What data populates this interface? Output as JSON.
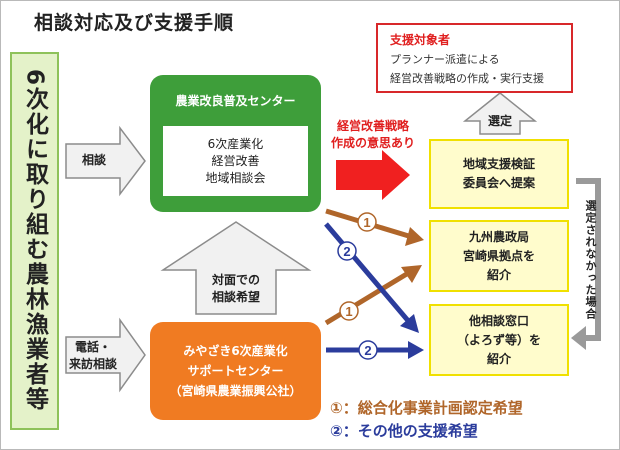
{
  "title": "相談対応及び支援手順",
  "left_box": {
    "text": "6次化に取り組む農林漁業者等"
  },
  "arrows": {
    "consult": "相談",
    "phone_visit_1": "電話・",
    "phone_visit_2": "来訪相談",
    "face_1": "対面での",
    "face_2": "相談希望",
    "selection": "選定",
    "intent_1": "経営改善戦略",
    "intent_2": "作成の意思あり",
    "not_selected": "選定されなかった場合"
  },
  "green_center": {
    "title": "農業改良普及センター",
    "line1": "6次産業化",
    "line2": "経営改善",
    "line3": "地域相談会"
  },
  "orange_center": {
    "line1": "みやざき6次産業化",
    "line2": "サポートセンター",
    "line3": "（宮崎県農業振興公社）"
  },
  "support_target": {
    "title": "支援対象者",
    "line1": "プランナー派遣による",
    "line2": "経営改善戦略の作成・実行支援"
  },
  "committee": {
    "line1": "地域支援検証",
    "line2": "委員会へ提案"
  },
  "kyushu": {
    "line1": "九州農政局",
    "line2": "宮崎県拠点を",
    "line3": "紹介"
  },
  "other_window": {
    "line1": "他相談窓口",
    "line2": "（よろず等）を",
    "line3": "紹介"
  },
  "markers": {
    "one": "1",
    "two": "2"
  },
  "legend": {
    "item1": "①：総合化事業計画認定希望",
    "item2": "②：その他の支援希望"
  },
  "colors": {
    "green": "#3e9e3a",
    "orange": "#f07b22",
    "red": "#e02020",
    "brown": "#b0662a",
    "blue": "#2b3c9c",
    "yellow_border": "#f0e000",
    "gray_arrow": "#9a9a9a"
  }
}
